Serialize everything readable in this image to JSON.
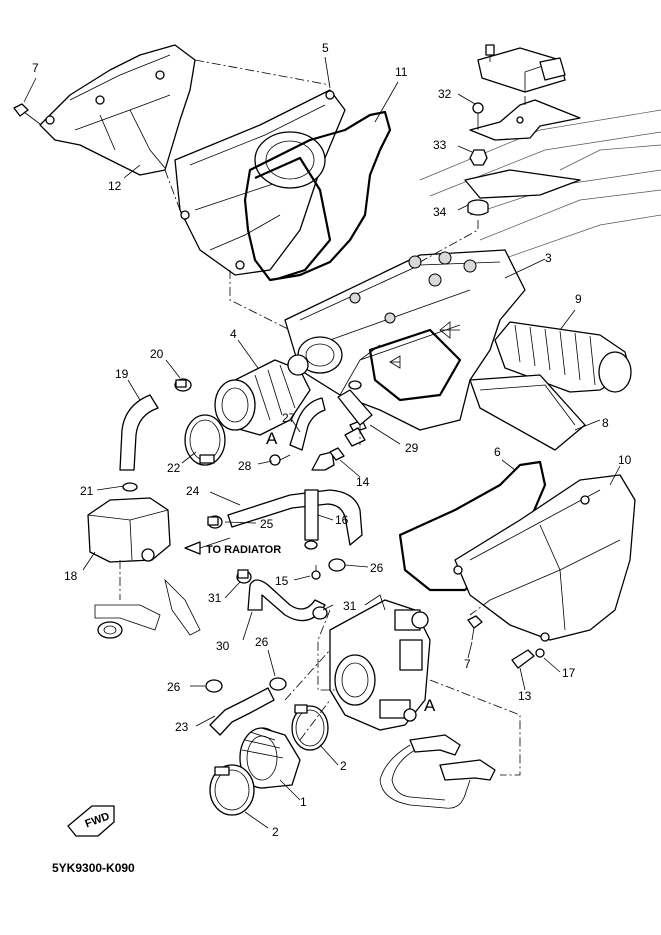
{
  "diagram": {
    "catalog_code": "5YK9300-K090",
    "labels": {
      "to_radiator": "TO RADIATOR",
      "fwd": "FWD",
      "ref_a_left": "A",
      "ref_a_right": "A"
    },
    "callouts": {
      "c1": "1",
      "c2a": "2",
      "c2b": "2",
      "c3": "3",
      "c4": "4",
      "c5": "5",
      "c6": "6",
      "c7a": "7",
      "c7b": "7",
      "c8": "8",
      "c9": "9",
      "c10": "10",
      "c11": "11",
      "c12": "12",
      "c13": "13",
      "c14": "14",
      "c15": "15",
      "c16": "16",
      "c17": "17",
      "c18": "18",
      "c19": "19",
      "c20": "20",
      "c21": "21",
      "c22": "22",
      "c23": "23",
      "c24": "24",
      "c25": "25",
      "c26a": "26",
      "c26b": "26",
      "c26c": "26",
      "c27": "27",
      "c28": "28",
      "c29": "29",
      "c30": "30",
      "c31a": "31",
      "c31b": "31",
      "c32": "32",
      "c33": "33",
      "c34": "34"
    }
  }
}
